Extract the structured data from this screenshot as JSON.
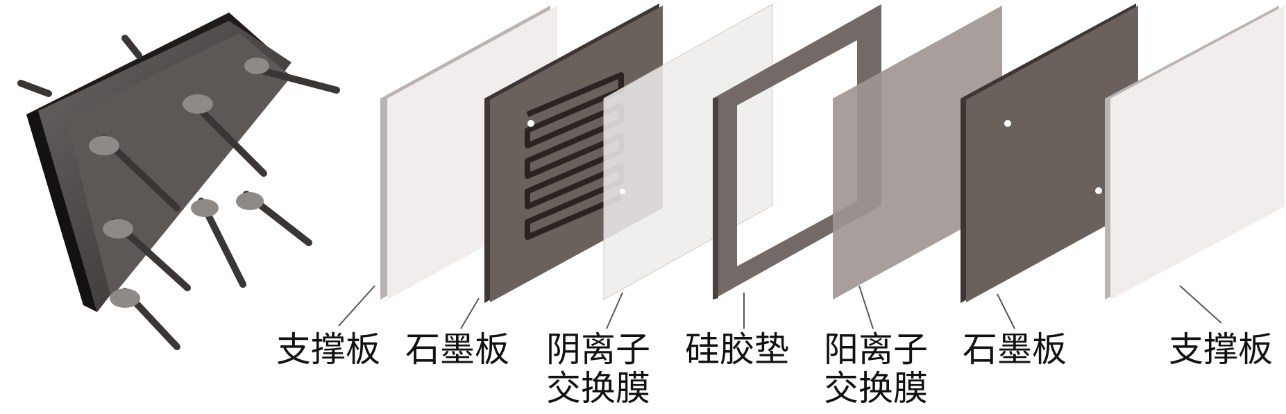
{
  "colors": {
    "support_plate_face": "#f1edec",
    "support_plate_edge": "#b9b3b2",
    "graphite_face": "#6a605c",
    "graphite_edge": "#3e3634",
    "anion_membrane": "#efeceb",
    "silicone_gasket": "#736966",
    "cation_membrane": "#9f9592",
    "flow_channel": "#2a2322",
    "leader_line": "#555555",
    "assembled_cell": "#4a4645"
  },
  "layers": [
    {
      "label_lines": [
        "支撑板"
      ],
      "kind": "support-plate"
    },
    {
      "label_lines": [
        "石墨板"
      ],
      "kind": "graphite-plate-channels"
    },
    {
      "label_lines": [
        "阴离子",
        "交换膜"
      ],
      "kind": "anion-exchange-membrane"
    },
    {
      "label_lines": [
        "硅胶垫"
      ],
      "kind": "silicone-gasket"
    },
    {
      "label_lines": [
        "阳离子",
        "交换膜"
      ],
      "kind": "cation-exchange-membrane"
    },
    {
      "label_lines": [
        "石墨板"
      ],
      "kind": "graphite-plate"
    },
    {
      "label_lines": [
        "支撑板"
      ],
      "kind": "support-plate"
    }
  ]
}
